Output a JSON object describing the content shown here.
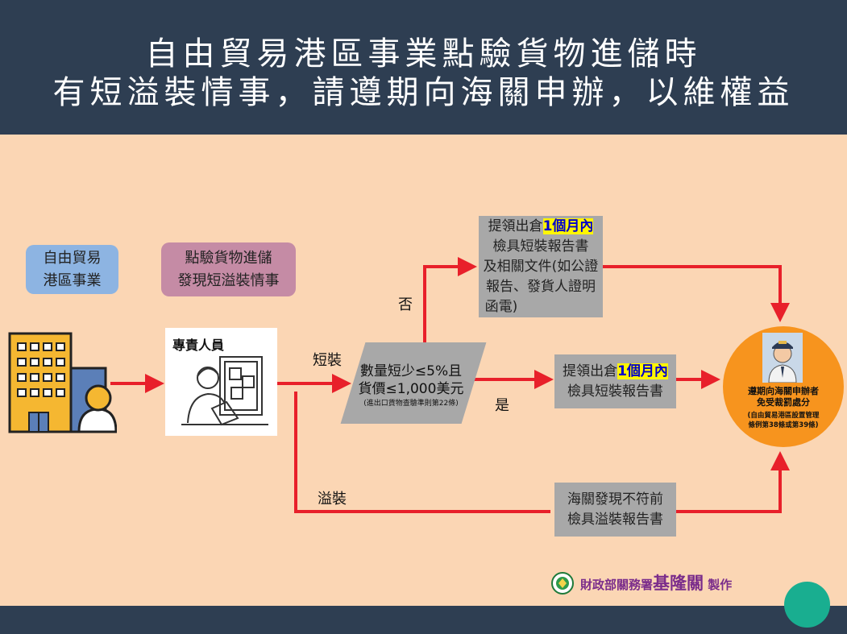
{
  "title": {
    "line1": "自由貿易港區事業點驗貨物進儲時",
    "line2": "有短溢裝情事，請遵期向海關申辦，以維權益"
  },
  "labels": {
    "enterprise": [
      "自由貿易",
      "港區事業"
    ],
    "inspection": [
      "點驗貨物進儲",
      "發現短溢裝情事"
    ],
    "staff": "專責人員",
    "shortage_branch": "短裝",
    "overage_branch": "溢裝",
    "no": "否",
    "yes": "是"
  },
  "condition": {
    "line1": "數量短少≤5%且",
    "line2": "貨價≤1,000美元",
    "note": "(進出口貨物查驗準則第22條)"
  },
  "box_no": {
    "prefix": "提領出倉",
    "highlight": "1個月內",
    "lines": [
      "檢具短裝報告書",
      "及相關文件(如公證",
      "報告、發貨人證明",
      "函電)"
    ]
  },
  "box_yes": {
    "prefix": "提領出倉",
    "highlight": "1個月內",
    "line2": "檢具短裝報告書"
  },
  "box_over": {
    "line1": "海關發現不符前",
    "line2": "檢具溢裝報告書"
  },
  "result": {
    "line1": "遵期向海關申辦者",
    "line2": "免受裁罰處分",
    "note1": "(自由貿易港區設置管理",
    "note2": "條例第38條或第39條)"
  },
  "credit": {
    "org": "財政部關務署",
    "office": "基隆關",
    "suffix": "製作"
  },
  "colors": {
    "header": "#2E3E52",
    "background": "#FBD6B4",
    "arrow": "#E8202A",
    "box_grey": "#A8A8A8",
    "box_blue": "#8DB4E2",
    "box_mauve": "#C58BA5",
    "result_circle": "#F7941E",
    "highlight": "#FFF500",
    "highlight_text": "#0000CC",
    "credit_text": "#7B2D8B",
    "accent_circle": "#19AE90"
  },
  "icons": [
    "office-building-icon",
    "worker-checking-goods-icon",
    "customs-officer-icon",
    "customs-logo-icon"
  ]
}
